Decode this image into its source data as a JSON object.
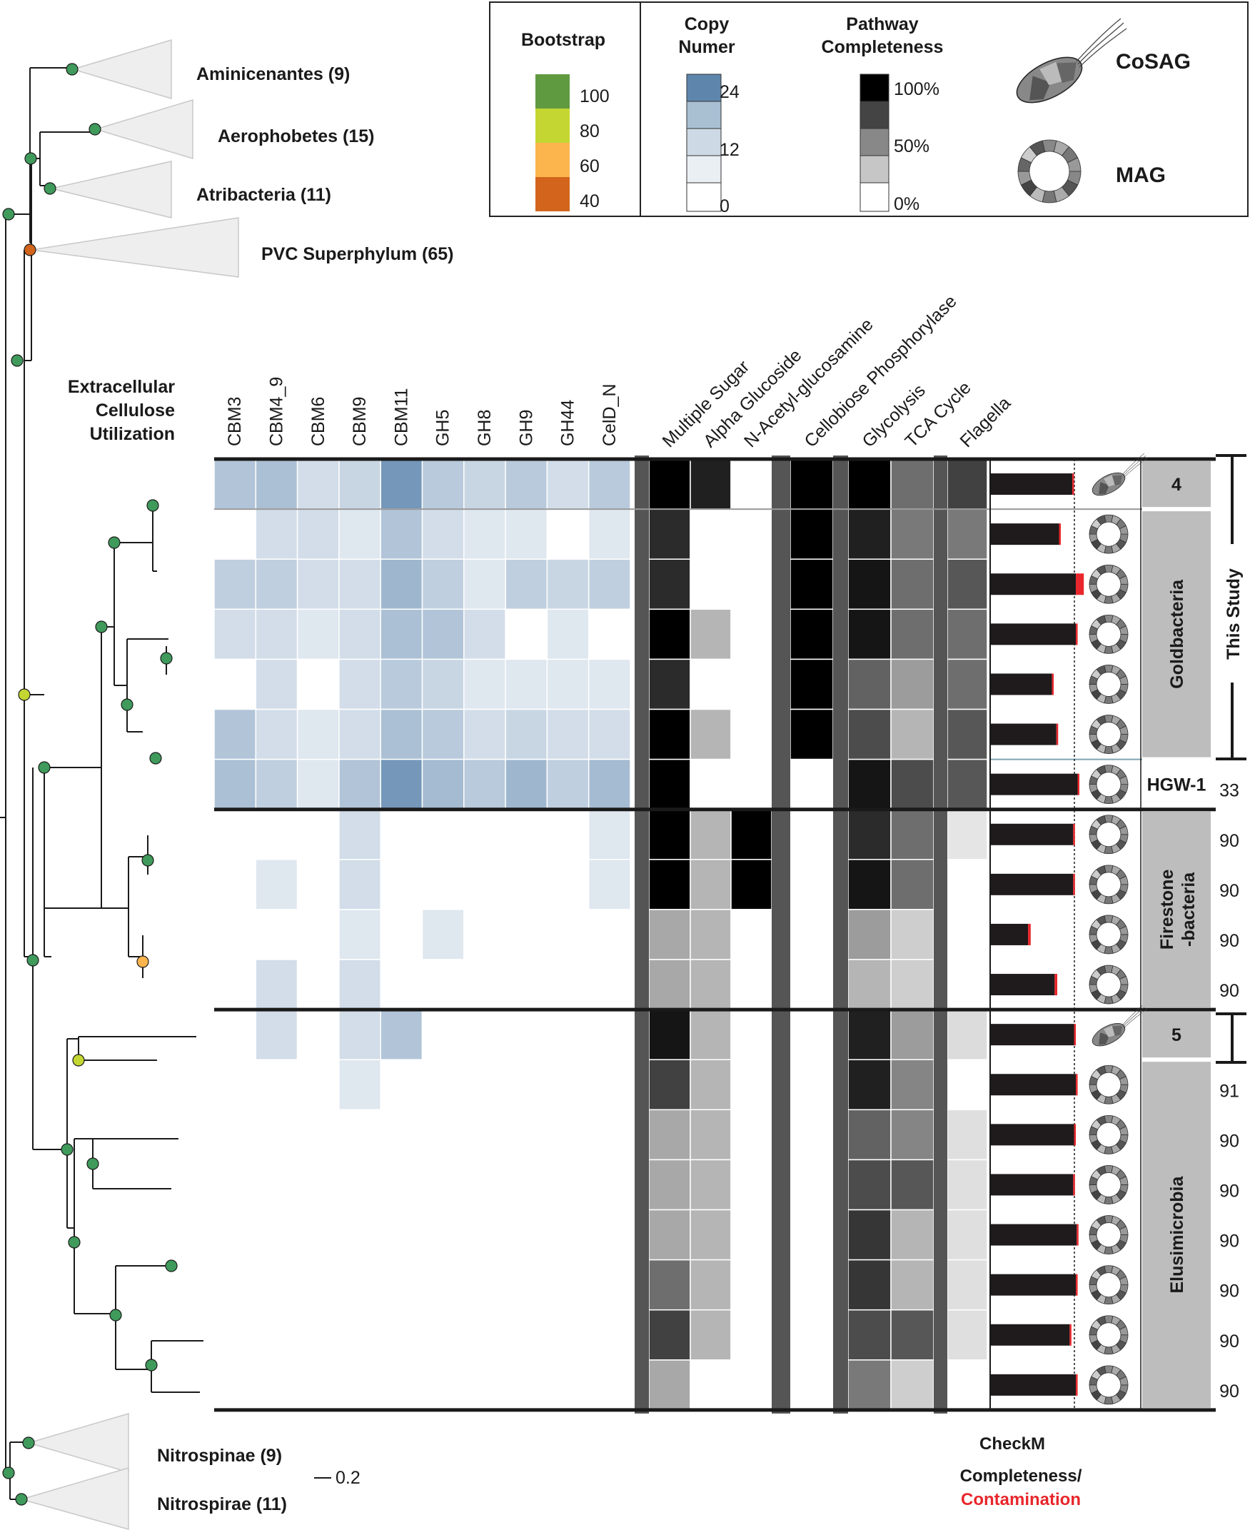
{
  "colors": {
    "bootstrap_100": "#5f9a41",
    "bootstrap_80": "#c4d631",
    "bootstrap_60": "#fcb54d",
    "bootstrap_40": "#d2641c",
    "node_green": "#3f9a5b",
    "copy_max": "#5e86ad",
    "contamination": "#e8262b",
    "group_band": "#bdbdbd",
    "separator": "#555555"
  },
  "legend": {
    "bootstrap": {
      "title": "Bootstrap",
      "items": [
        {
          "label": "100",
          "color": "#5f9a41"
        },
        {
          "label": "80",
          "color": "#c4d631"
        },
        {
          "label": "60",
          "color": "#fcb54d"
        },
        {
          "label": "40",
          "color": "#d2641c"
        }
      ]
    },
    "copy": {
      "title_line1": "Copy",
      "title_line2": "Numer",
      "ticks": [
        "24",
        "12",
        "0"
      ]
    },
    "pathway": {
      "title_line1": "Pathway",
      "title_line2": "Completeness",
      "ticks": [
        "100%",
        "50%",
        "0%"
      ]
    },
    "cosag": {
      "label": "CoSAG",
      "icon": "cell-icon"
    },
    "mag": {
      "label": "MAG",
      "icon": "ring-icon"
    }
  },
  "collapsed_clades": [
    {
      "label": "Aminicenantes (9)"
    },
    {
      "label": "Aerophobetes (15)"
    },
    {
      "label": "Atribacteria (11)"
    },
    {
      "label": "PVC Superphylum (65)"
    },
    {
      "label": "Nitrospinae (9)"
    },
    {
      "label": "Nitrospirae (11)"
    }
  ],
  "scale_bar": "0.2",
  "section_title": [
    "Extracellular",
    "Cellulose",
    "Utilization"
  ],
  "cazy_columns": [
    "CBM3",
    "CBM4_9",
    "CBM6",
    "CBM9",
    "CBM11",
    "GH5",
    "GH8",
    "GH9",
    "GH44",
    "CelD_N"
  ],
  "pathway_columns": [
    "Multiple Sugar",
    "Alpha Glucoside",
    "N-Acetyl-glucosamine",
    "Cellobiose Phosphorylase",
    "Glycolysis",
    "TCA Cycle",
    "Flagella"
  ],
  "rows": [
    {
      "cazy": [
        6,
        7,
        2,
        3,
        18,
        5,
        3,
        5,
        2,
        5
      ],
      "path": [
        1.0,
        0.85,
        0,
        1.0,
        1.0,
        0.5,
        0.7
      ],
      "comp": 0.92,
      "cont": 0.02,
      "type": "cosag",
      "num": ""
    },
    {
      "cazy": [
        0,
        2,
        2,
        1,
        6,
        2,
        1,
        1,
        0,
        1
      ],
      "path": [
        0.8,
        0,
        0,
        1.0,
        0.85,
        0.45,
        0.45
      ],
      "comp": 0.77,
      "cont": 0,
      "type": "mag",
      "num": ""
    },
    {
      "cazy": [
        4,
        4,
        2,
        2,
        9,
        4,
        1,
        4,
        3,
        4
      ],
      "path": [
        0.8,
        0,
        0,
        1.0,
        0.9,
        0.5,
        0.6
      ],
      "comp": 0.96,
      "cont": 0.09,
      "type": "mag",
      "num": ""
    },
    {
      "cazy": [
        2,
        2,
        1,
        2,
        7,
        6,
        2,
        0,
        1,
        0
      ],
      "path": [
        1.0,
        0.2,
        0,
        1.0,
        0.9,
        0.5,
        0.5
      ],
      "comp": 0.96,
      "cont": 0,
      "type": "mag",
      "num": ""
    },
    {
      "cazy": [
        0,
        2,
        0,
        2,
        5,
        3,
        1,
        1,
        1,
        1
      ],
      "path": [
        0.8,
        0,
        0,
        1.0,
        0.55,
        0.3,
        0.5
      ],
      "comp": 0.69,
      "cont": 0.01,
      "type": "mag",
      "num": ""
    },
    {
      "cazy": [
        6,
        2,
        1,
        2,
        7,
        5,
        2,
        3,
        2,
        2
      ],
      "path": [
        1.0,
        0.2,
        0,
        1.0,
        0.65,
        0.2,
        0.6
      ],
      "comp": 0.74,
      "cont": 0,
      "type": "mag",
      "num": ""
    },
    {
      "cazy": [
        7,
        4,
        1,
        6,
        18,
        8,
        5,
        9,
        4,
        8
      ],
      "path": [
        1.0,
        0,
        0,
        0,
        0.9,
        0.65,
        0.6
      ],
      "comp": 0.98,
      "cont": 0.02,
      "type": "mag",
      "num": "33"
    },
    {
      "cazy": [
        0,
        0,
        0,
        2,
        0,
        0,
        0,
        0,
        0,
        1
      ],
      "path": [
        1.0,
        0.2,
        1.0,
        0,
        0.8,
        0.5,
        0.02
      ],
      "comp": 0.93,
      "cont": 0.02,
      "type": "mag",
      "num": "90"
    },
    {
      "cazy": [
        0,
        1,
        0,
        2,
        0,
        0,
        0,
        0,
        0,
        1
      ],
      "path": [
        1.0,
        0.2,
        1.0,
        0,
        0.9,
        0.5,
        0
      ],
      "comp": 0.93,
      "cont": 0.02,
      "type": "mag",
      "num": "90"
    },
    {
      "cazy": [
        0,
        0,
        0,
        1,
        0,
        1,
        0,
        0,
        0,
        0
      ],
      "path": [
        0.25,
        0.2,
        0,
        0,
        0.3,
        0.1,
        0
      ],
      "comp": 0.42,
      "cont": 0.03,
      "type": "mag",
      "num": "90"
    },
    {
      "cazy": [
        0,
        2,
        0,
        2,
        0,
        0,
        0,
        0,
        0,
        0
      ],
      "path": [
        0.25,
        0.2,
        0,
        0,
        0.2,
        0.1,
        0
      ],
      "comp": 0.72,
      "cont": 0.03,
      "type": "mag",
      "num": "90"
    },
    {
      "cazy": [
        0,
        2,
        0,
        2,
        6,
        0,
        0,
        0,
        0,
        0
      ],
      "path": [
        0.9,
        0.2,
        0,
        0,
        0.85,
        0.3,
        0.05
      ],
      "comp": 0.94,
      "cont": 0.02,
      "type": "cosag",
      "num": ""
    },
    {
      "cazy": [
        0,
        0,
        0,
        1,
        0,
        0,
        0,
        0,
        0,
        0
      ],
      "path": [
        0.7,
        0.2,
        0,
        0,
        0.85,
        0.4,
        0
      ],
      "comp": 0.96,
      "cont": 0,
      "type": "mag",
      "num": "91"
    },
    {
      "cazy": [
        0,
        0,
        0,
        0,
        0,
        0,
        0,
        0,
        0,
        0
      ],
      "path": [
        0.25,
        0.2,
        0,
        0,
        0.55,
        0.4,
        0.04
      ],
      "comp": 0.94,
      "cont": 0.01,
      "type": "mag",
      "num": "90"
    },
    {
      "cazy": [
        0,
        0,
        0,
        0,
        0,
        0,
        0,
        0,
        0,
        0
      ],
      "path": [
        0.25,
        0.2,
        0,
        0,
        0.65,
        0.6,
        0.04
      ],
      "comp": 0.93,
      "cont": 0.01,
      "type": "mag",
      "num": "90"
    },
    {
      "cazy": [
        0,
        0,
        0,
        0,
        0,
        0,
        0,
        0,
        0,
        0
      ],
      "path": [
        0.25,
        0.2,
        0,
        0,
        0.75,
        0.2,
        0.04
      ],
      "comp": 0.97,
      "cont": 0,
      "type": "mag",
      "num": "90"
    },
    {
      "cazy": [
        0,
        0,
        0,
        0,
        0,
        0,
        0,
        0,
        0,
        0
      ],
      "path": [
        0.5,
        0.2,
        0,
        0,
        0.75,
        0.2,
        0.04
      ],
      "comp": 0.96,
      "cont": 0.01,
      "type": "mag",
      "num": "90"
    },
    {
      "cazy": [
        0,
        0,
        0,
        0,
        0,
        0,
        0,
        0,
        0,
        0
      ],
      "path": [
        0.7,
        0.2,
        0,
        0,
        0.65,
        0.6,
        0.04
      ],
      "comp": 0.89,
      "cont": 0,
      "type": "mag",
      "num": "90"
    },
    {
      "cazy": [
        0,
        0,
        0,
        0,
        0,
        0,
        0,
        0,
        0,
        0
      ],
      "path": [
        0.25,
        0,
        0,
        0,
        0.45,
        0.1,
        0
      ],
      "comp": 0.96,
      "cont": 0.01,
      "type": "mag",
      "num": "90"
    }
  ],
  "groups": [
    {
      "label": "4",
      "vertical": false
    },
    {
      "label": "Goldbacteria",
      "vertical": true
    },
    {
      "label": "HGW-1",
      "vertical": false
    },
    {
      "label": "Firestone -bacteria",
      "vertical": true
    },
    {
      "label": "5",
      "vertical": false
    },
    {
      "label": "Elusimicrobia",
      "vertical": true
    }
  ],
  "this_study": "This Study",
  "checkm": {
    "title": "CheckM",
    "line2": "Completeness/",
    "line3": "Contamination"
  }
}
